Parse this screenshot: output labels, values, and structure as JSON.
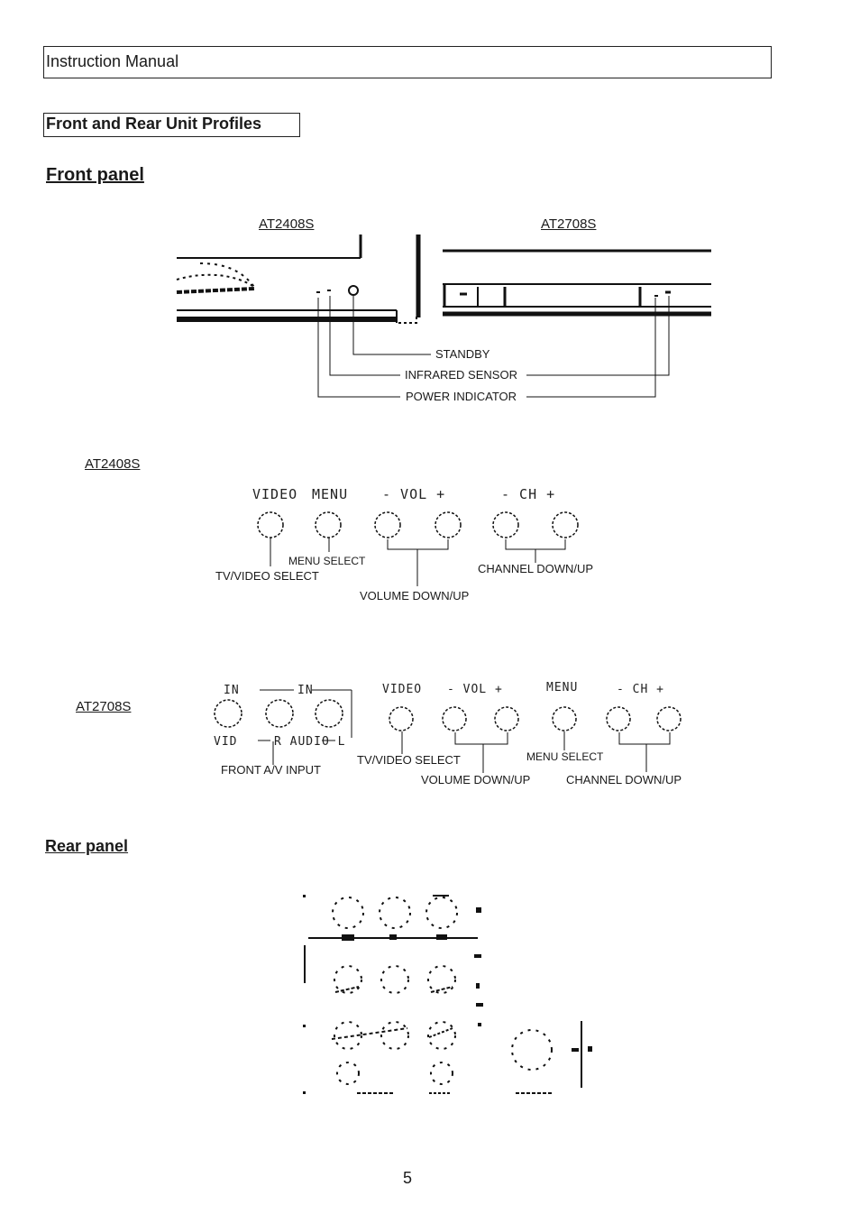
{
  "header": {
    "title": "Instruction Manual"
  },
  "section": {
    "title": "Front and Rear Unit Profiles"
  },
  "front_panel": {
    "heading": "Front panel",
    "models": {
      "left": "AT2408S",
      "right": "AT2708S"
    },
    "callouts": {
      "standby": "STANDBY",
      "infrared": "INFRARED SENSOR",
      "power": "POWER INDICATOR"
    }
  },
  "at2408s_controls": {
    "model": "AT2408S",
    "panel_text": {
      "video": "VIDEO",
      "menu": "MENU",
      "vol": "- VOL +",
      "ch": "- CH +"
    },
    "labels": {
      "tv_video": "TV/VIDEO SELECT",
      "menu": "MENU SELECT",
      "volume": "VOLUME DOWN/UP",
      "channel": "CHANNEL DOWN/UP"
    }
  },
  "at2708s_controls": {
    "model": "AT2708S",
    "panel_text": {
      "in1": "IN",
      "in2": "IN",
      "vid": "VID",
      "raudio": "R AUDIO L",
      "video": "VIDEO",
      "vol": "- VOL +",
      "menu": "MENU",
      "ch": "- CH +"
    },
    "labels": {
      "front_av": "FRONT A/V INPUT",
      "tv_video": "TV/VIDEO SELECT",
      "volume": "VOLUME DOWN/UP",
      "menu": "MENU SELECT",
      "channel": "CHANNEL DOWN/UP"
    }
  },
  "rear_panel": {
    "heading": "Rear panel"
  },
  "page": {
    "number": "5"
  }
}
